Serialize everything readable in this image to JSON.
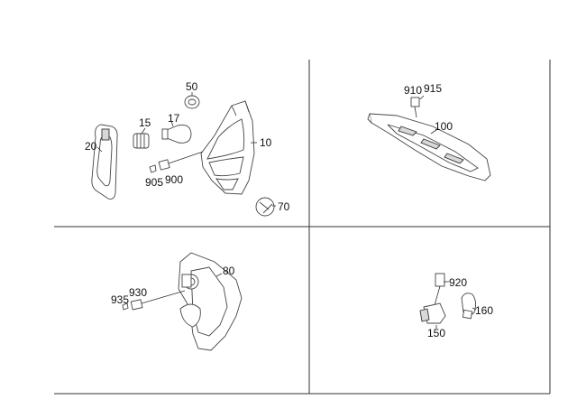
{
  "colors": {
    "line": "#333333",
    "shade": "#d8d8d8",
    "background": "#ffffff"
  },
  "panels": {
    "top_left": {
      "labels": {
        "p50": "50",
        "p15": "15",
        "p17": "17",
        "p10": "10",
        "p20": "20",
        "p905": "905",
        "p900": "900",
        "p70": "70"
      }
    },
    "top_right": {
      "labels": {
        "p910": "910",
        "p915": "915",
        "p100": "100"
      }
    },
    "bottom_left": {
      "labels": {
        "p80": "80",
        "p930": "930",
        "p935": "935"
      }
    },
    "bottom_right": {
      "labels": {
        "p920": "920",
        "p160": "160",
        "p150": "150"
      }
    }
  }
}
